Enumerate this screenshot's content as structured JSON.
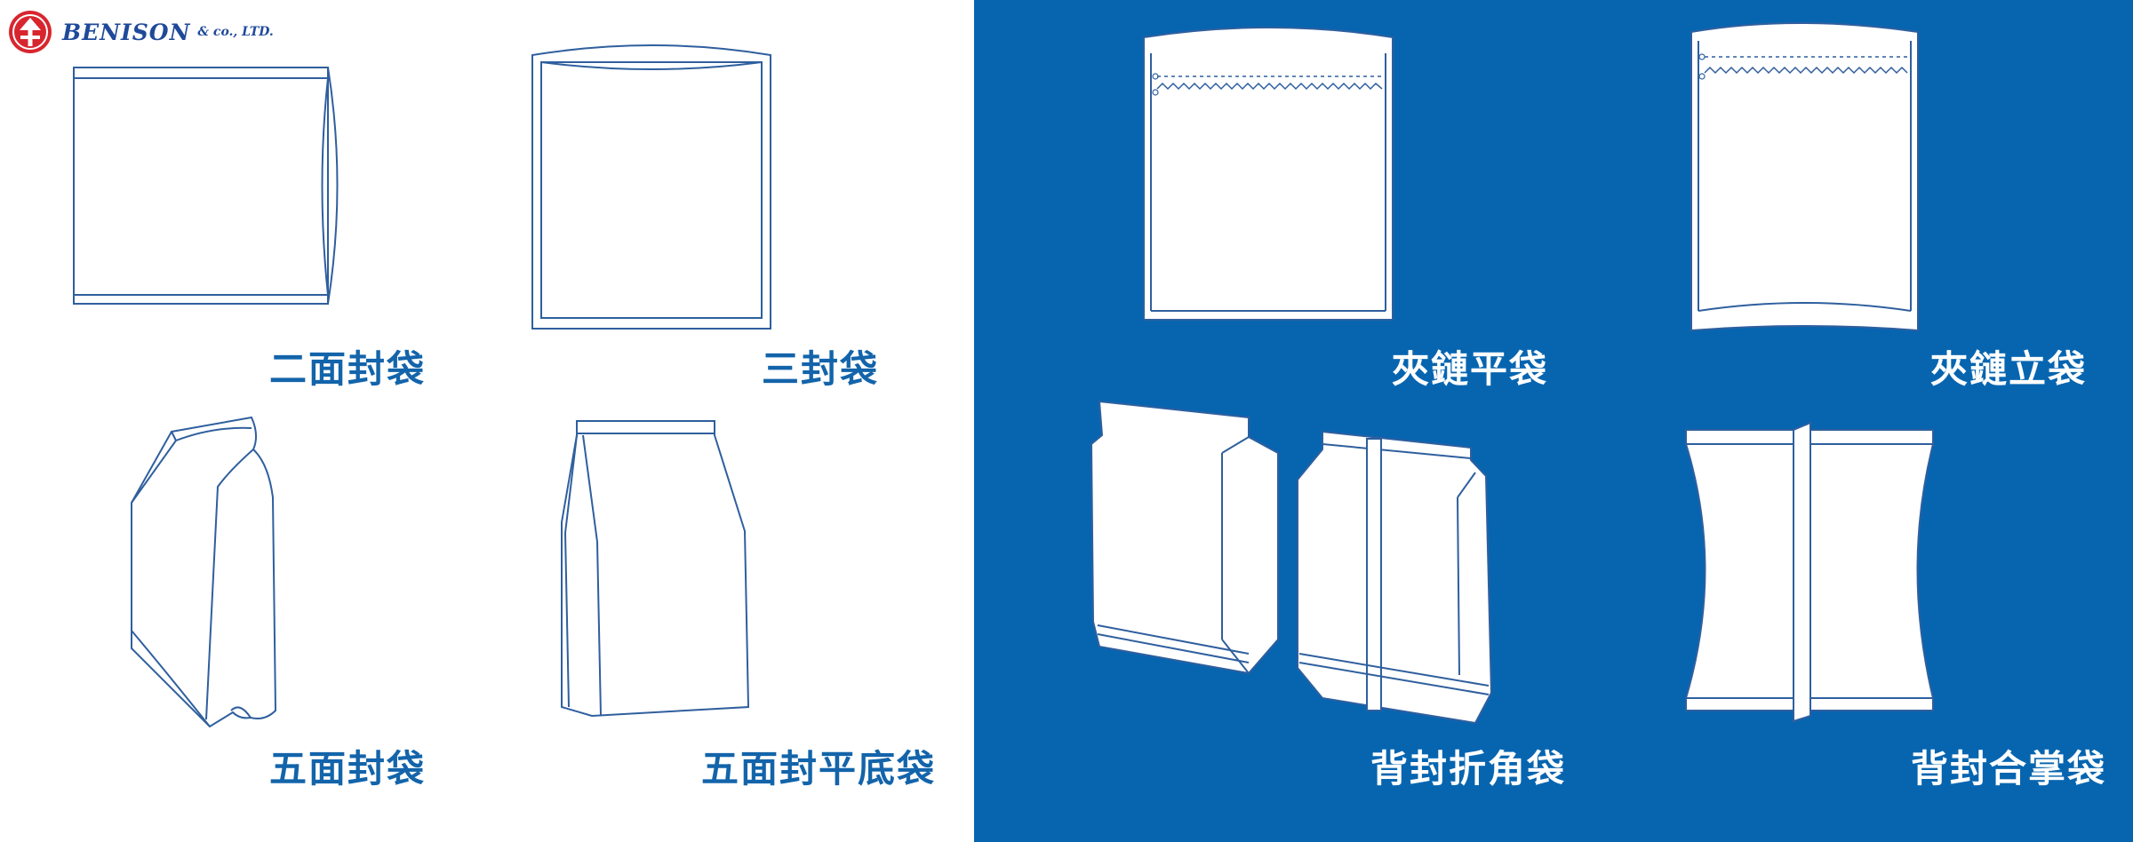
{
  "brand": {
    "name": "BENISON",
    "suffix": "& co., LTD.",
    "color": "#1f4a9a",
    "mark_color": "#d8262e"
  },
  "colors": {
    "accent_blue": "#0765b0",
    "label_blue": "#1364aa",
    "outline": "#2f5f9e"
  },
  "bags": [
    {
      "label": "二面封袋",
      "icon": "two-side-seal-bag-icon"
    },
    {
      "label": "三封袋",
      "icon": "three-side-seal-bag-icon"
    },
    {
      "label": "五面封袋",
      "icon": "five-side-seal-bag-icon"
    },
    {
      "label": "五面封平底袋",
      "icon": "flat-bottom-bag-icon"
    },
    {
      "label": "夾鏈平袋",
      "icon": "zipper-flat-bag-icon"
    },
    {
      "label": "夾鏈立袋",
      "icon": "zipper-stand-up-bag-icon"
    },
    {
      "label": "背封折角袋",
      "icon": "back-seal-gusset-bag-icon"
    },
    {
      "label": "背封合掌袋",
      "icon": "back-seal-fin-bag-icon"
    }
  ]
}
